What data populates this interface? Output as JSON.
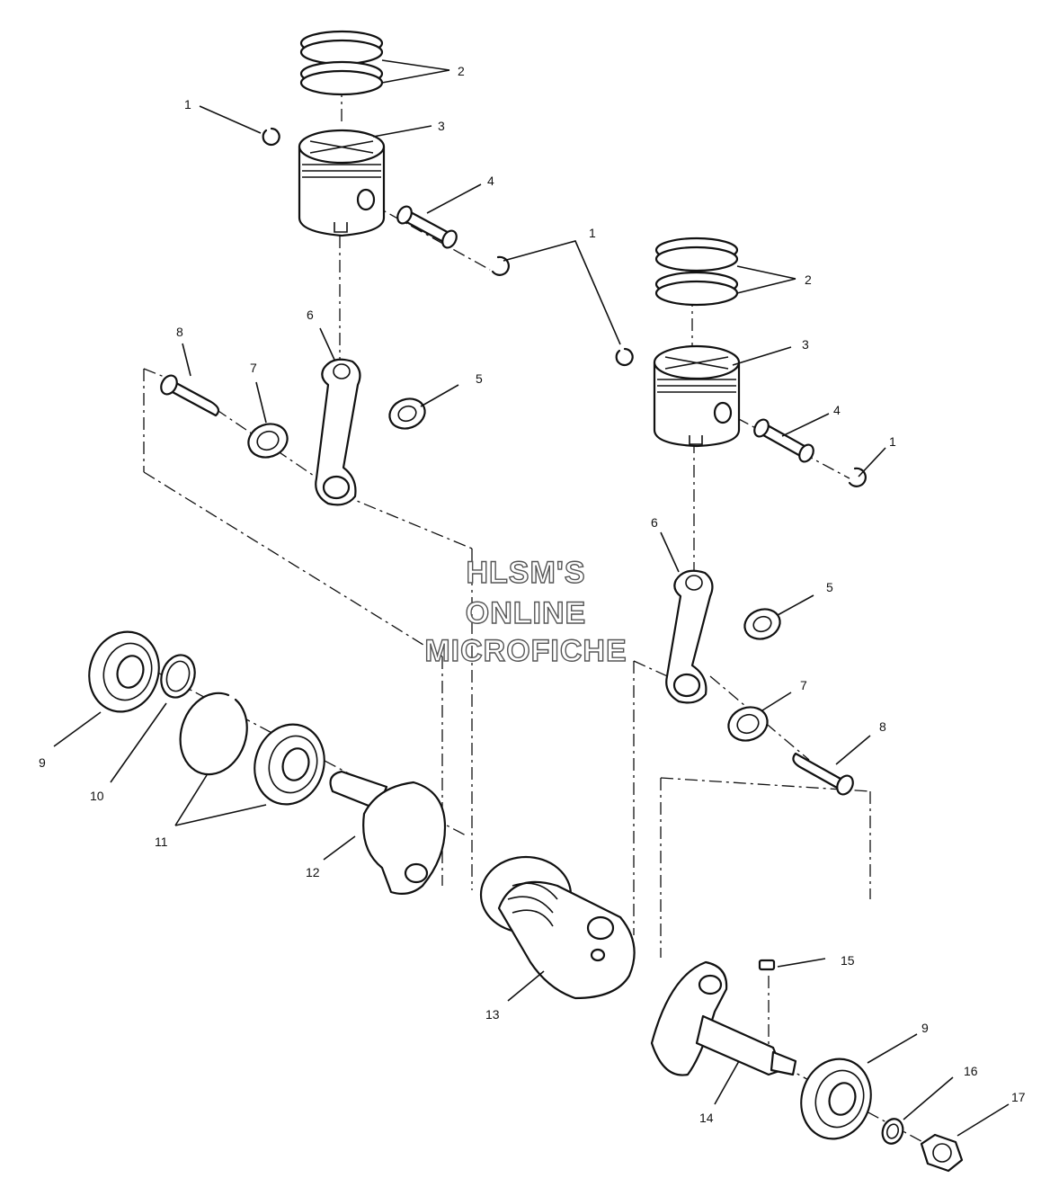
{
  "watermark": {
    "line1": "HLSM'S",
    "line2": "ONLINE",
    "line3": "MICROFICHE"
  },
  "callouts": {
    "c2a": "2",
    "c1a": "1",
    "c3a": "3",
    "c4a": "4",
    "c1b": "1",
    "c2b": "2",
    "c6a": "6",
    "c8a": "8",
    "c7a": "7",
    "c5a": "5",
    "c3b": "3",
    "c4b": "4",
    "c1c": "1",
    "c6b": "6",
    "c5b": "5",
    "c7b": "7",
    "c8b": "8",
    "c9a": "9",
    "c10": "10",
    "c11": "11",
    "c12": "12",
    "c13": "13",
    "c15": "15",
    "c9b": "9",
    "c16": "16",
    "c17": "17",
    "c14": "14"
  },
  "colors": {
    "ink": "#111111",
    "paper": "#ffffff",
    "watermark_outline": "#555555"
  }
}
